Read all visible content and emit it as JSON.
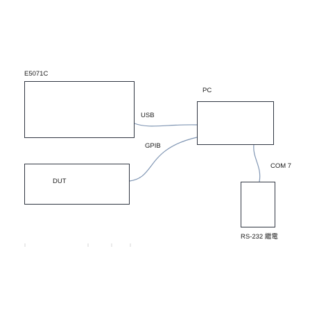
{
  "diagram": {
    "nodes": {
      "e5071c": {
        "label": "E5071C"
      },
      "pc": {
        "label": "PC"
      },
      "dut": {
        "label": "DUT"
      },
      "rs232": {
        "label": "RS-232 繼電"
      }
    },
    "connections": {
      "usb": {
        "label": "USB",
        "from": "E5071C",
        "to": "PC"
      },
      "gpib": {
        "label": "GPIB",
        "from": "DUT",
        "to": "PC"
      },
      "com": {
        "label": "COM 7",
        "from": "PC",
        "to": "RS-232 繼電"
      }
    },
    "colors": {
      "box_border": "#2e3440",
      "wire": "#7f95b3",
      "text": "#1a1a1a"
    }
  }
}
